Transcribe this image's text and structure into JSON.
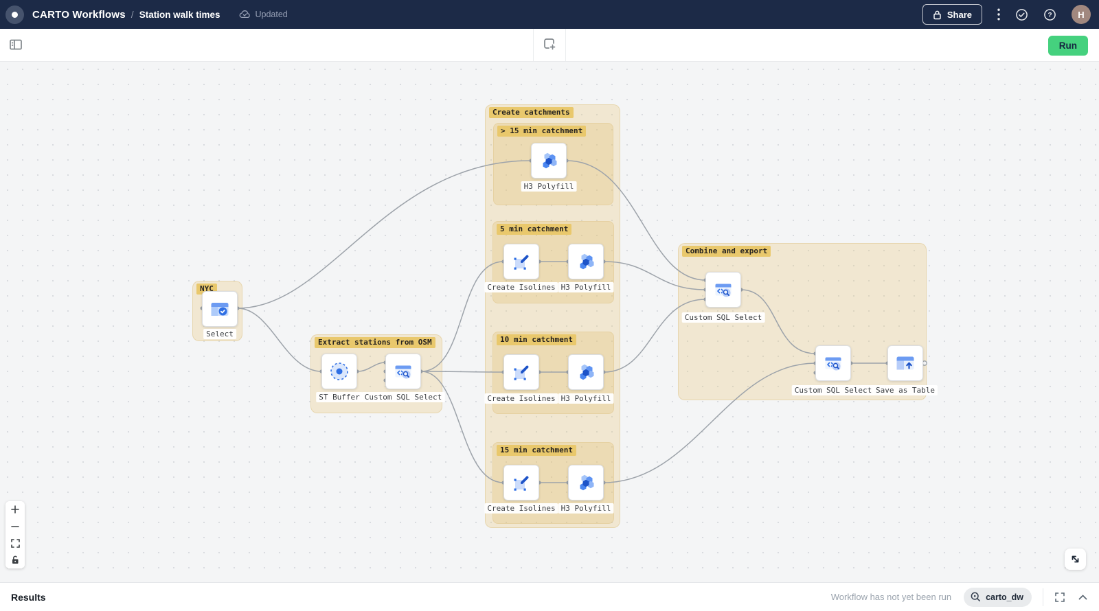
{
  "colors": {
    "header_bg": "#1c2a47",
    "run_green": "#45d17e",
    "node_blue": "#2f6fe4",
    "group_chip_yellow": "#e9c86c",
    "edge_gray": "#9da3aa",
    "canvas_bg": "#f4f5f6",
    "avatar_bg": "#a1887f"
  },
  "icons": {
    "help_glyph": "?",
    "names": [
      "carto-logo",
      "cloud-check-icon",
      "lock-icon",
      "kebab-menu-icon",
      "check-circle-icon",
      "help-icon",
      "panel-left-icon",
      "frame-plus-icon",
      "zoom-in-icon",
      "zoom-out-icon",
      "fit-view-icon",
      "lock-canvas-icon",
      "resize-diagonal-icon",
      "magnifier-icon",
      "fullscreen-icon",
      "chevron-up-icon"
    ]
  },
  "header": {
    "app_title": "CARTO Workflows",
    "separator": "/",
    "workflow_name": "Station walk times",
    "save_status": "Updated",
    "share_label": "Share",
    "avatar_initial": "H"
  },
  "toolbar": {
    "run_label": "Run"
  },
  "canvas": {
    "groups": [
      {
        "label": "NYC"
      },
      {
        "label": "Extract stations from OSM"
      },
      {
        "label": "Create catchments"
      },
      {
        "label": "> 15 min catchment"
      },
      {
        "label": "5 min catchment"
      },
      {
        "label": "10 min catchment"
      },
      {
        "label": "15 min catchment"
      },
      {
        "label": "Combine and export"
      }
    ],
    "nodes": [
      {
        "label": "Select",
        "type": "select"
      },
      {
        "label": "ST Buffer",
        "type": "st-buffer"
      },
      {
        "label": "Custom SQL Select",
        "type": "custom-sql-select"
      },
      {
        "label": "H3 Polyfill",
        "type": "h3-polyfill"
      },
      {
        "label": "Create Isolines",
        "type": "create-isolines"
      },
      {
        "label": "H3 Polyfill",
        "type": "h3-polyfill"
      },
      {
        "label": "Create Isolines",
        "type": "create-isolines"
      },
      {
        "label": "H3 Polyfill",
        "type": "h3-polyfill"
      },
      {
        "label": "Create Isolines",
        "type": "create-isolines"
      },
      {
        "label": "H3 Polyfill",
        "type": "h3-polyfill"
      },
      {
        "label": "Custom SQL Select",
        "type": "custom-sql-select"
      },
      {
        "label": "Custom SQL Select",
        "type": "custom-sql-select"
      },
      {
        "label": "Save as Table",
        "type": "save-as-table"
      }
    ]
  },
  "results_bar": {
    "title": "Results",
    "status_message": "Workflow has not yet been run",
    "connection_name": "carto_dw"
  }
}
